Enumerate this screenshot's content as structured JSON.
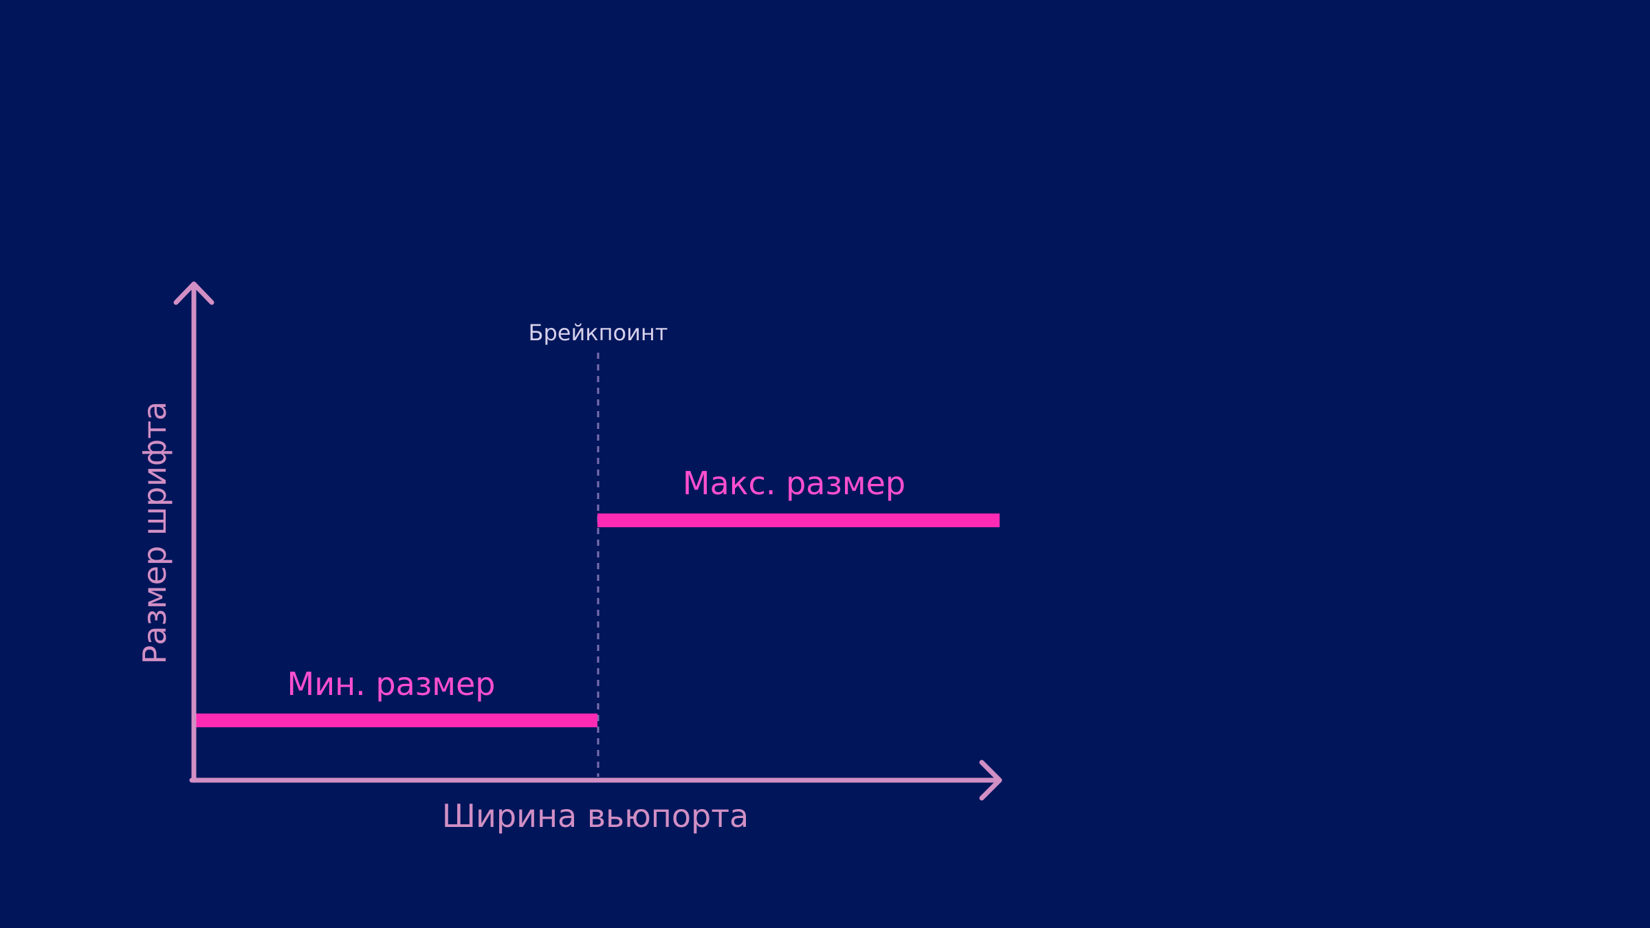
{
  "diagram": {
    "x_axis_label": "Ширина вьюпорта",
    "y_axis_label": "Размер шрифта",
    "breakpoint_label": "Брейкпоинт",
    "min_label": "Мин. размер",
    "max_label": "Макс. размер"
  },
  "colors": {
    "background": "#00155a",
    "axis": "#d18fc4",
    "step_line": "#ff2bb5",
    "step_label": "#ff4fcf",
    "breakpoint_line": "#7a6fb0",
    "breakpoint_label": "#d6d0ea"
  }
}
